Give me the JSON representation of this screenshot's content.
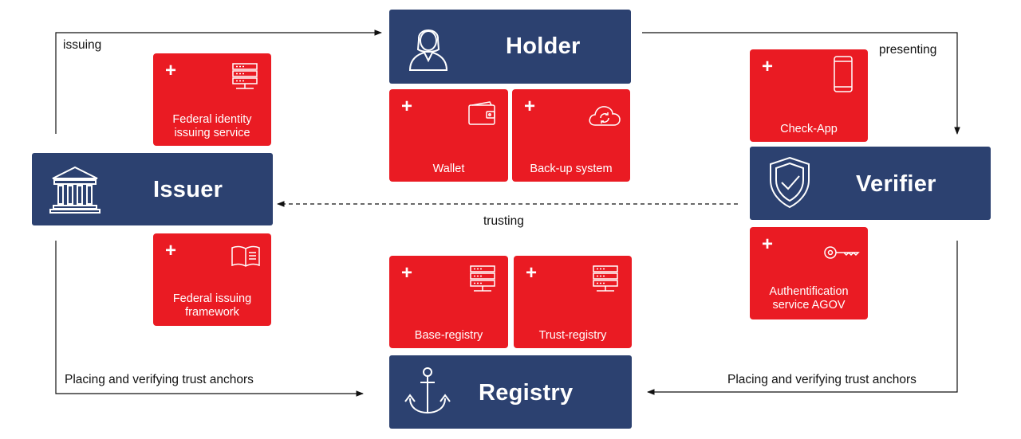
{
  "actors": {
    "holder": "Holder",
    "issuer": "Issuer",
    "verifier": "Verifier",
    "registry": "Registry"
  },
  "services": {
    "federal_identity": [
      "Federal identity",
      "issuing service"
    ],
    "federal_framework": [
      "Federal issuing",
      "framework"
    ],
    "wallet": "Wallet",
    "backup": "Back-up system",
    "check_app": "Check-App",
    "agov": [
      "Authentification",
      "service AGOV"
    ],
    "base_registry": "Base-registry",
    "trust_registry": "Trust-registry"
  },
  "flows": {
    "issuing": "issuing",
    "presenting": "presenting",
    "trusting": "trusting",
    "anchors_left": "Placing and verifying trust anchors",
    "anchors_right": "Placing and verifying trust anchors"
  },
  "plus_symbol": "+",
  "colors": {
    "actor": "#2c4170",
    "service": "#ea1b23"
  }
}
